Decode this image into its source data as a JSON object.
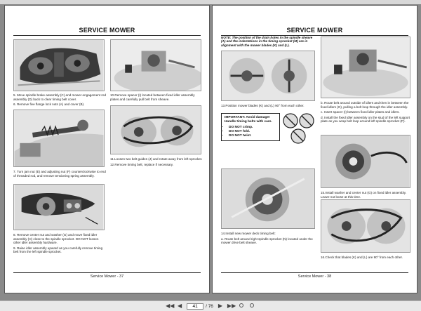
{
  "document": {
    "section_title": "SERVICE MOWER",
    "left_page": {
      "footer": "Service Mower - 37",
      "steps_col1a": [
        "5.  Move spindle brake assembly (C) and mower engagement rod assembly (D) back to clear timing belt cover.",
        "6.  Remove five flange lock nuts (A) and cover (B)."
      ],
      "steps_col1b": [
        "7.  Turn jam nut (E) and adjusting nut (F) counterclockwise to end of threaded rod, and remove tensioning spring assembly."
      ],
      "steps_col1c": [
        "8.  Remove center nut and washer (G) and move fixed idler assembly (H) close to the spindle sprocket. DO NOT loosen other idler assembly hardware.",
        "9.  Raise idler assembly upward as you carefully remove timing belt from the left spindle sprocket."
      ],
      "steps_col2a": [
        "10.Remove spacer (I) located between fixed idler assembly plates and carefully pull belt from sheave."
      ],
      "steps_col2b": [
        "11.Loosen two belt guides (J) and rotate away from left sprocket.",
        "12.Remove timing belt, replace if necessary."
      ]
    },
    "right_page": {
      "footer": "Service Mower - 38",
      "note": "NOTE:  The position of the drain holes in the spindle sheave (A) and the indentations in the timing sprocket (M) are in alignment with the mower blades (K) and (L).",
      "step13": "13.Position mower blades (K) and (L) 90° from each other.",
      "important_title": "IMPORTANT: Avoid damage! Handle timing belts with care.",
      "important_items": [
        "DO NOT crimp.",
        "DO NOT fold.",
        "DO NOT twist."
      ],
      "step14": [
        "14.Install new mower deck timing belt:",
        "a.  Route belt around right spindle sprocket (N) located under the mower drive belt sheave."
      ],
      "steps_col2a": [
        "b.  Route belt around outside of idlers and then in between the fixed idlers (O), pulling a belt loop through the idler assembly.",
        "c.  Insert spacer (I) between fixed idler plates and idlers.",
        "d.  Install the fixed idler assembly on the stud of the left support plate as you wrap belt loop around left spindle sprocket (P)."
      ],
      "steps_col2b": [
        "15.Install washer and center nut (G) on fixed idler assembly. Leave nut loose at this time."
      ],
      "steps_col2c": [
        "16.Check that blades (K) and (L) are 90° from each other."
      ]
    }
  },
  "toolbar": {
    "current_page": "41",
    "total_pages": "/ 76",
    "first_icon": "first-page-icon",
    "prev_icon": "previous-page-icon",
    "next_icon": "next-page-icon",
    "last_icon": "last-page-icon"
  },
  "colors": {
    "background": "#8a8a8a",
    "page": "#ffffff",
    "toolbar": "#e9e9e9"
  }
}
